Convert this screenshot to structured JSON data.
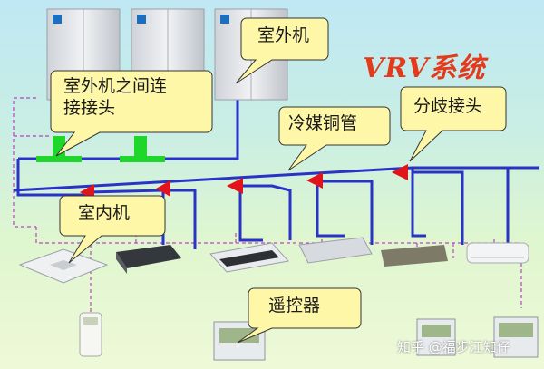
{
  "title": "VRV系统",
  "labels": {
    "outdoor_unit": "室外机",
    "outdoor_connector": "室外机之间连\n接接头",
    "refrigerant_pipe": "冷媒铜管",
    "branch_joint": "分歧接头",
    "indoor_unit": "室内机",
    "remote_controller": "遥控器"
  },
  "watermark": "知乎 @福步江知仔",
  "colors": {
    "pipe": "#2a33c8",
    "wire": "#c040c8",
    "connector": "#1fd62a",
    "arrow": "#e0141a",
    "callout_fill": "#fff7a8",
    "title": "#e23a1a"
  },
  "icons": {
    "outdoor_units": [
      "outdoor-unit-icon",
      "outdoor-unit-icon",
      "outdoor-unit-icon"
    ],
    "indoor_units": [
      "cassette-unit-icon",
      "ducted-unit-icon",
      "ceiling-unit-icon",
      "slim-duct-unit-icon",
      "concealed-unit-icon",
      "wall-unit-icon"
    ],
    "remotes": [
      "handheld-remote-icon",
      "wired-controller-icon",
      "wired-controller-icon",
      "wired-controller-icon"
    ]
  }
}
